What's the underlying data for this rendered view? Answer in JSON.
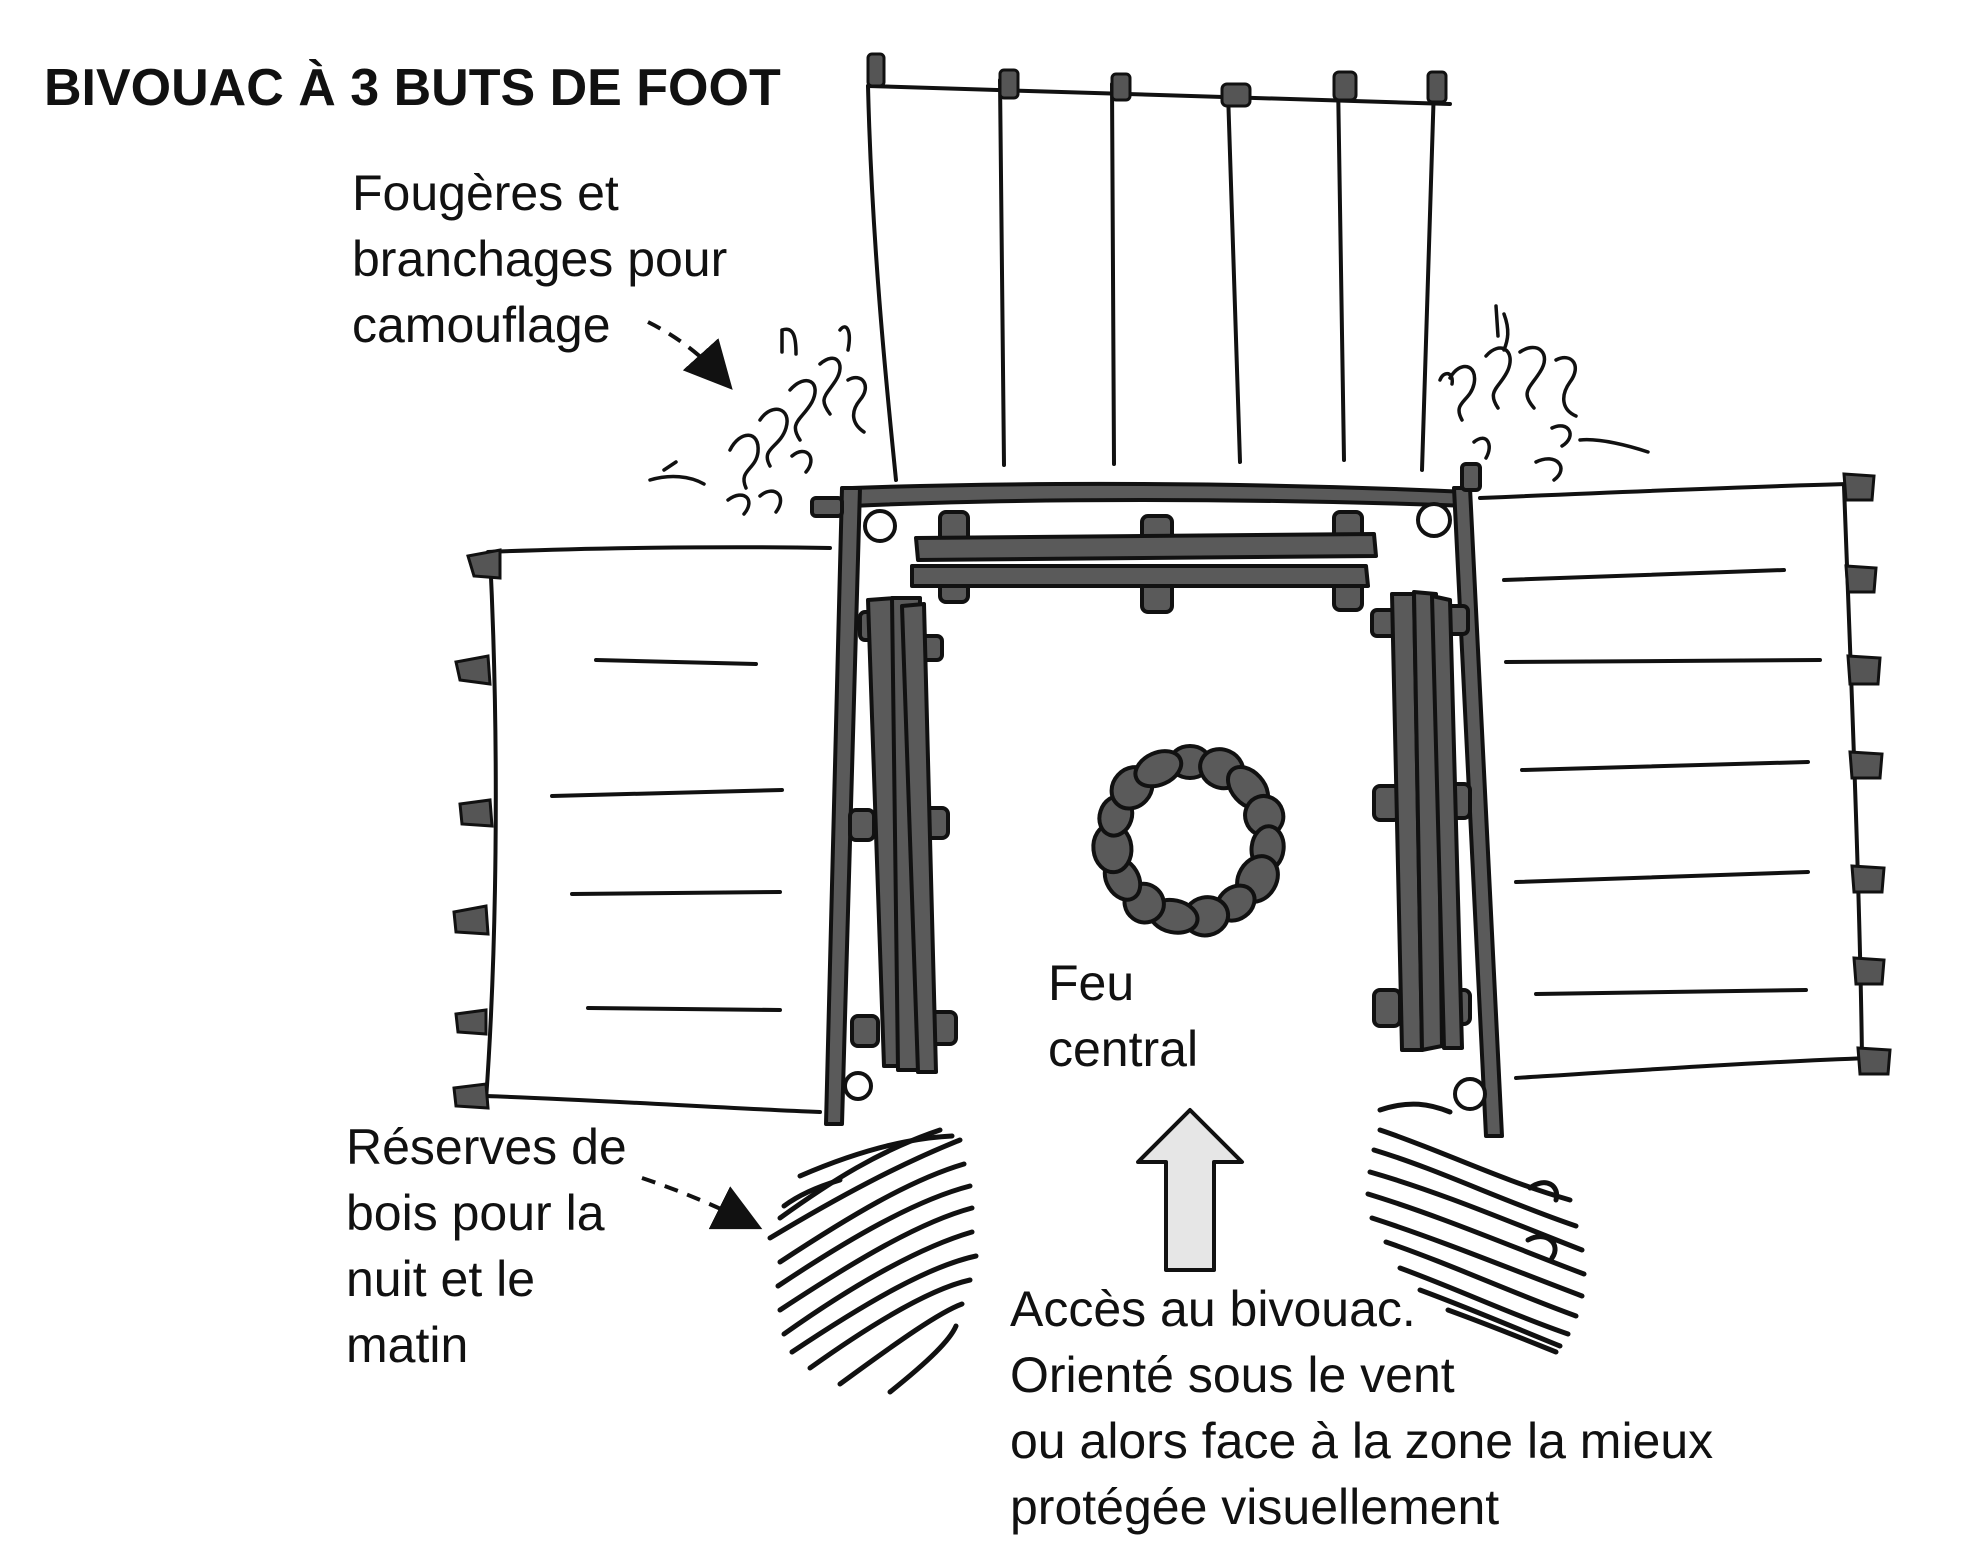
{
  "title": "BIVOUAC À 3 BUTS DE FOOT",
  "labels": {
    "camouflage": [
      "Fougères et",
      "branchages pour",
      "camouflage"
    ],
    "wood": [
      "Réserves de",
      "bois pour la",
      "nuit et le",
      "matin"
    ],
    "fire": [
      "Feu",
      "central"
    ],
    "access": [
      "Accès au bivouac.",
      "Orienté sous le vent",
      "ou alors face à la zone la mieux",
      "protégée visuellement"
    ]
  },
  "colors": {
    "ink": "#111111",
    "log": "#5a5a5a",
    "arrow_fill": "#e6e6e6"
  }
}
